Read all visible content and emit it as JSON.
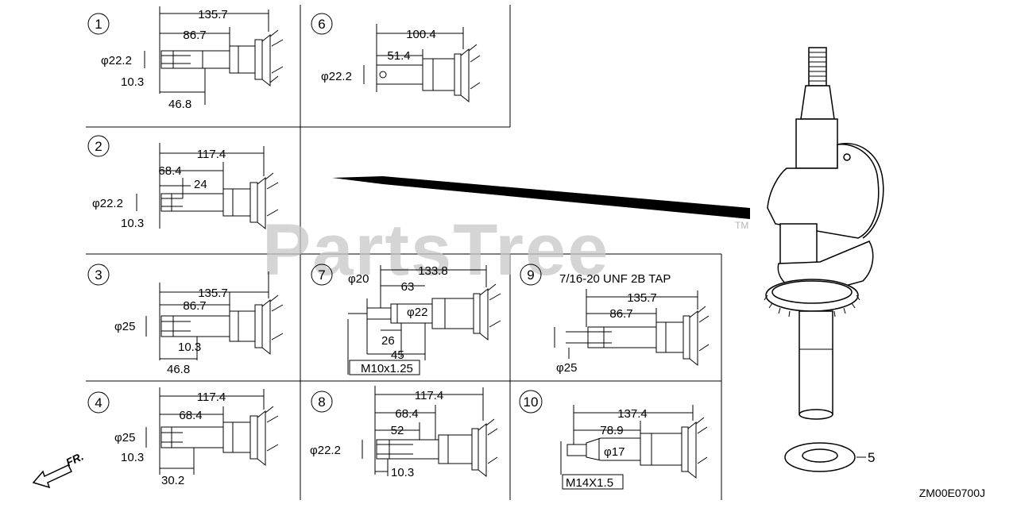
{
  "diagram": {
    "watermark": "PartsTree",
    "trademark": "TM",
    "figure_code": "ZM00E0700J",
    "front_label": "FR.",
    "callout_part": "5"
  },
  "panels": [
    {
      "id": "1",
      "dims": [
        "135.7",
        "86.7",
        "φ22.2",
        "10.3",
        "46.8"
      ]
    },
    {
      "id": "2",
      "dims": [
        "117.4",
        "68.4",
        "24",
        "φ22.2",
        "10.3"
      ]
    },
    {
      "id": "3",
      "dims": [
        "135.7",
        "86.7",
        "φ25",
        "10.3",
        "46.8"
      ]
    },
    {
      "id": "4",
      "dims": [
        "117.4",
        "68.4",
        "φ25",
        "10.3",
        "30.2"
      ]
    },
    {
      "id": "6",
      "dims": [
        "100.4",
        "51.4",
        "φ22.2"
      ]
    },
    {
      "id": "7",
      "dims": [
        "133.8",
        "φ20",
        "63",
        "φ22",
        "26",
        "45"
      ],
      "caption": "M10x1.25"
    },
    {
      "id": "8",
      "dims": [
        "117.4",
        "68.4",
        "52",
        "φ22.2",
        "10.3"
      ]
    },
    {
      "id": "9",
      "dims": [
        "135.7",
        "86.7",
        "φ25"
      ],
      "caption": "7/16-20 UNF 2B TAP"
    },
    {
      "id": "10",
      "dims": [
        "137.4",
        "78.9",
        "φ17"
      ],
      "caption": "M14X1.5"
    }
  ]
}
